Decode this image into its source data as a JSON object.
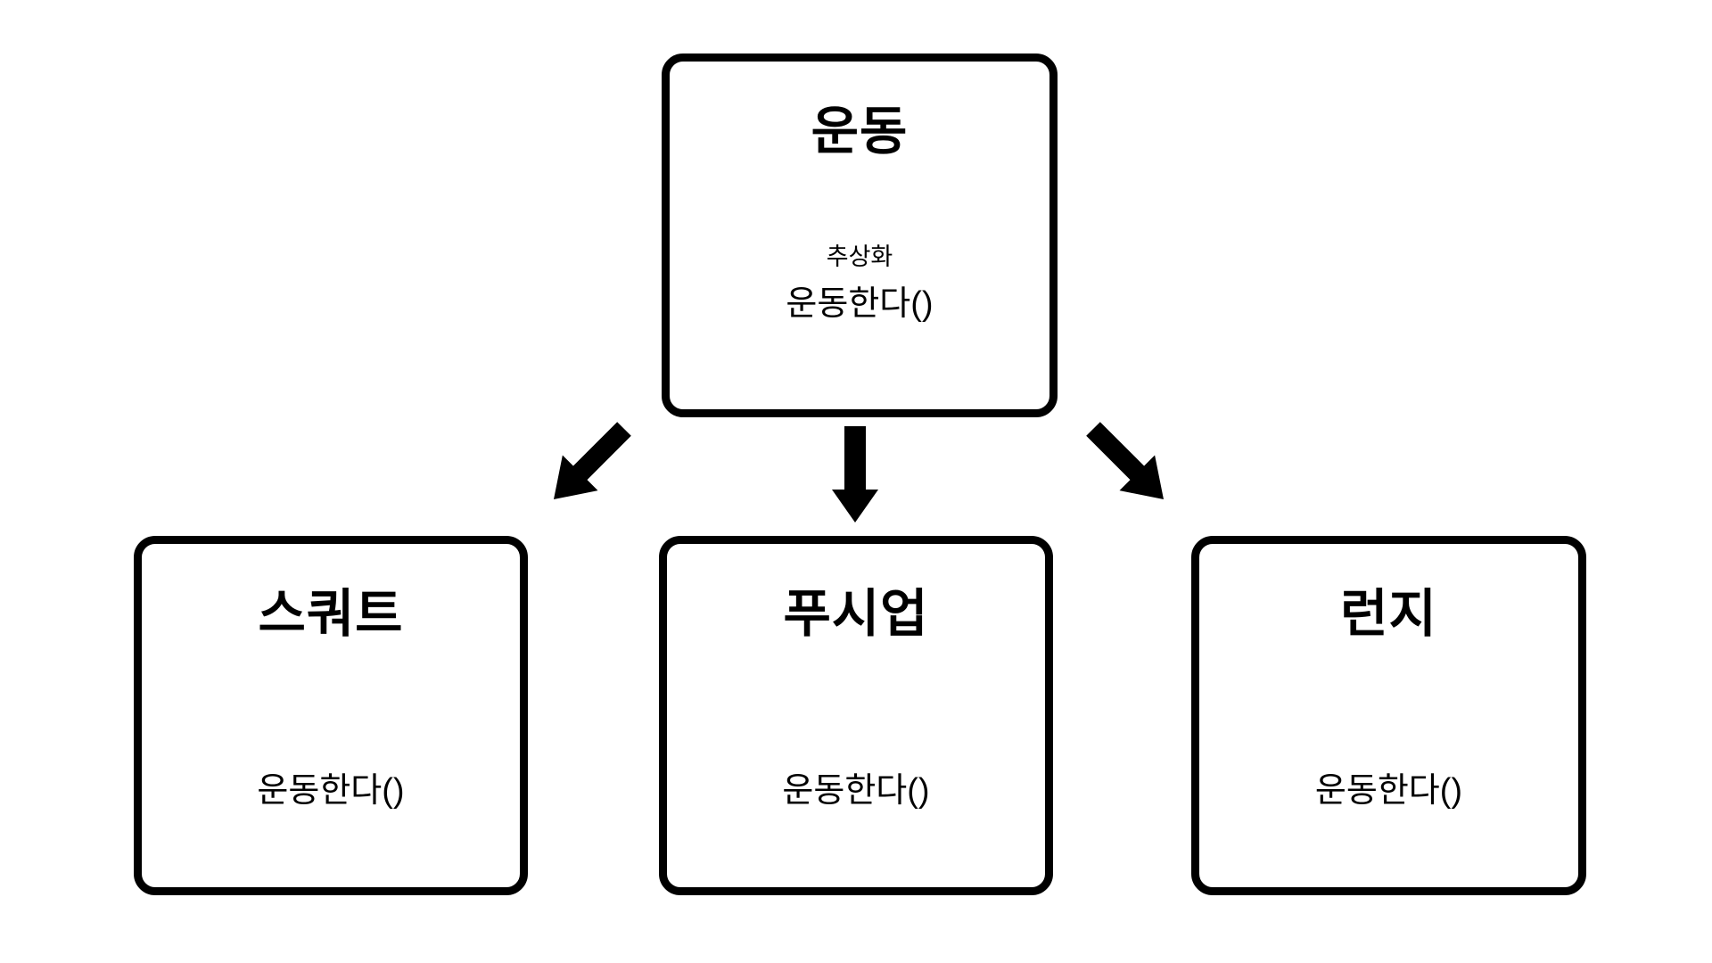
{
  "diagram": {
    "parent_box": {
      "title": "운동",
      "stereotype": "추상화",
      "method": "운동한다()"
    },
    "child_boxes": [
      {
        "title": "스쿼트",
        "method": "운동한다()"
      },
      {
        "title": "푸시업",
        "method": "운동한다()"
      },
      {
        "title": "런지",
        "method": "운동한다()"
      }
    ],
    "colors": {
      "background": "#ffffff",
      "border": "#000000",
      "arrow": "#000000",
      "text": "#000000"
    }
  }
}
